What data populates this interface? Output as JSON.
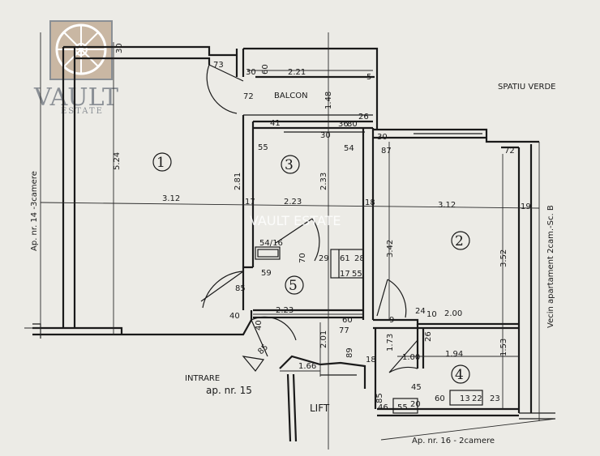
{
  "logo": {
    "name": "VAULT",
    "sub": "ESTATE"
  },
  "watermark": "VAULT ESTATE",
  "labels": {
    "balcon": "BALCON",
    "spatiu_verde": "SPATIU VERDE",
    "left_neighbor": "Ap. nr. 14 -3camere",
    "right_neighbor": "Vecin apartament 2cam.-Sc. B",
    "bottom_neighbor": "Ap. nr. 16 - 2camere",
    "intrare": "INTRARE",
    "ap_nr": "ap. nr. 15",
    "lift": "LIFT"
  },
  "rooms": [
    "1",
    "2",
    "3",
    "4",
    "5"
  ],
  "dimensions": {
    "d30_top": "30",
    "d73": "73",
    "d30b": "30",
    "d60": "60",
    "d221": "2.21",
    "d5": "5",
    "d72a": "72",
    "d148": "1.48",
    "d41": "41",
    "d36": "36",
    "d80": "80",
    "d26": "26",
    "d30c": "30",
    "d30d": "30",
    "d55": "55",
    "d54": "54",
    "d87": "87",
    "d72b": "72",
    "d524": "5.24",
    "d281": "2.81",
    "d233": "2.33",
    "d312a": "3.12",
    "d17": "17",
    "d223a": "2.23",
    "d18": "18",
    "d312b": "3.12",
    "d19": "19",
    "d342": "3.42",
    "d352": "3.52",
    "d5416": "54/16",
    "d70": "70",
    "d29": "29",
    "d61": "61",
    "d28": "28",
    "d17b": "17",
    "d55b": "55",
    "d59": "59",
    "d85a": "85",
    "d40": "40",
    "d223b": "2.23",
    "d60b": "60",
    "d24": "24",
    "d10": "10",
    "d200": "2.00",
    "d77": "77",
    "d173": "1.73",
    "d9": "9",
    "d201": "2.01",
    "d40b": "40",
    "d26b": "26",
    "d85b": "85",
    "d100": "1.00",
    "d194": "1.94",
    "d153": "1.53",
    "d166": "1.66",
    "d89": "89",
    "d18b": "18",
    "d45": "45",
    "d85c": "85",
    "d46": "46",
    "d55c": "55",
    "d20": "20",
    "d60c": "60",
    "d13": "13",
    "d22": "22",
    "d23": "23"
  }
}
